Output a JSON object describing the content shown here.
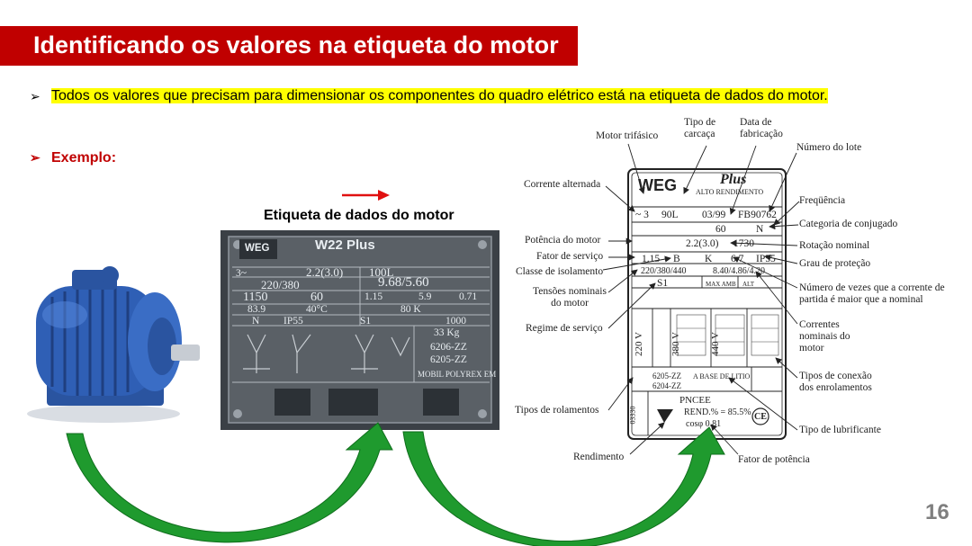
{
  "slide": {
    "title": "Identificando os valores na etiqueta do motor",
    "bullet_1": "Todos os valores que precisam para dimensionar os componentes do quadro elétrico está na etiqueta de dados do motor.",
    "bullet_2": "Exemplo:",
    "bullet_marker": "➢",
    "plate_caption": "Etiqueta de dados do motor",
    "page_number": "16"
  },
  "plate_photo": {
    "brand": "WEG",
    "model": "W22 Plus",
    "rows": [
      [
        "3~",
        "2.2(3.0)",
        "100L"
      ],
      [
        "220/380",
        "9.68/5.60"
      ],
      [
        "1150",
        "60",
        "1.15",
        "5.9",
        "0.71"
      ],
      [
        "83.9",
        "40°C",
        "80 K"
      ],
      [
        "N",
        "IP55",
        "S1",
        "1000"
      ],
      [
        "33 Kg",
        "6206-ZZ",
        "6205-ZZ",
        "MOBIL POLYREX EM"
      ]
    ]
  },
  "nameplate": {
    "brand": "WEG",
    "line": "ALTO RENDIMENTO",
    "plus": "Plus",
    "phase": "~ 3",
    "frame": "90L",
    "date": "03/99",
    "lot": "FB90762",
    "hz": "60",
    "cat": "N",
    "power": "2.2(3.0)",
    "rpm": "1730",
    "sf": "1.15",
    "isol": "B",
    "dt": "K",
    "ip_ia": "6.7",
    "ip": "IP55",
    "voltages": "220/380/440",
    "currents": "8.40/4.86/4.20",
    "reg": "S1",
    "max_amb": "MAX AMB",
    "alt": "ALT",
    "conn_v": [
      "220 V",
      "380 V",
      "440 V"
    ],
    "bearing_1": "6205-ZZ",
    "bearing_2": "6204-ZZ",
    "lubricant": "A BASE DE LITIO",
    "pncee": "PNCEE",
    "efficiency": "REND.% = 85.5%",
    "cosphi": "cosφ 0.81",
    "ce": "CE",
    "serial": "03330"
  },
  "labels": {
    "motor_trifasico": "Motor trifásico",
    "tipo_carcaca": "Tipo de carcaça",
    "data_fabricacao": "Data de fabricação",
    "numero_lote": "Número do lote",
    "corrente_alternada": "Corrente alternada",
    "frequencia": "Freqüência",
    "categoria_conjugado": "Categoria de conjugado",
    "potencia_motor": "Potência do motor",
    "rotacao_nominal": "Rotação nominal",
    "fator_servico": "Fator de serviço",
    "grau_protecao": "Grau de proteção",
    "classe_isolamento": "Classe de isolamento",
    "numero_vezes": "Número de vezes que a corrente de partida é maior que a nominal",
    "tensoes_nominais": "Tensões nominais do motor",
    "correntes_nominais": "Correntes nominais do motor",
    "regime_servico": "Regime de serviço",
    "tipos_conexao": "Tipos de conexão dos enrolamentos",
    "tipos_rolamentos": "Tipos de rolamentos",
    "tipo_lubrificante": "Tipo de lubrificante",
    "rendimento": "Rendimento",
    "fator_potencia": "Fator de potência"
  },
  "colors": {
    "title_bg": "#c00000",
    "highlight": "#ffff00",
    "motor_blue": "#2f5fb5",
    "arrow_green": "#1f9a2e",
    "arrow_red": "#e01010"
  }
}
